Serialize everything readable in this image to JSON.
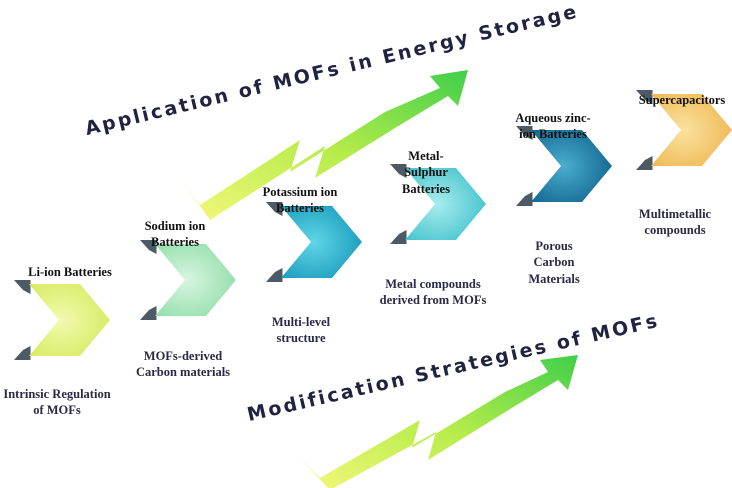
{
  "banners": {
    "application": "Application of MOFs in Energy Storage",
    "modification": "Modification Strategies of MOFs"
  },
  "steps": [
    {
      "top": "Li-ion Batteries",
      "bottom": "Intrinsic Regulation of MOFs",
      "color": "#e6f27a"
    },
    {
      "top": "Sodium ion Batteries",
      "bottom": "MOFs-derived Carbon materials",
      "color": "#a8e6b8"
    },
    {
      "top": "Potassium ion Batteries",
      "bottom": "Multi-level structure",
      "color": "#2bb3cf"
    },
    {
      "top": "Metal- Sulphur Batteries",
      "bottom": "Metal compounds derived from MOFs",
      "color": "#5ed0d8"
    },
    {
      "top": "Aqueous zinc-ion Batteries",
      "bottom": "Porous Carbon Materials",
      "color": "#1e7fa8"
    },
    {
      "top": "Supercapacitors",
      "bottom": "Multimetallic compounds",
      "color": "#f2c96a"
    }
  ]
}
